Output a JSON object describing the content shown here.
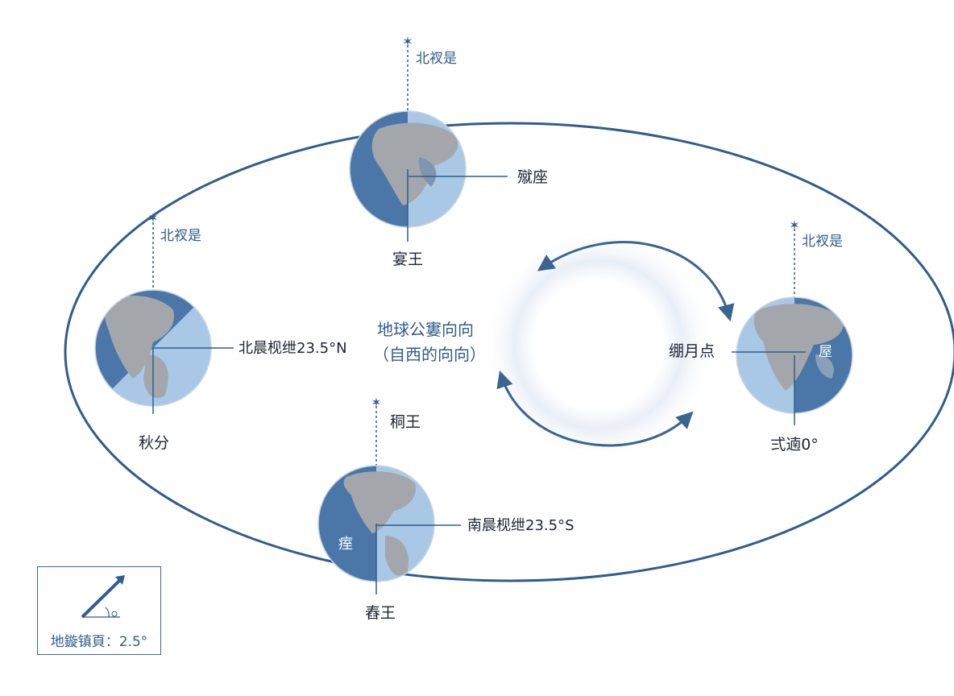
{
  "center_label": {
    "line1": "地球公寠向向",
    "line2": "（自西的向向）"
  },
  "top_earth": {
    "polaris": "北衩是",
    "side_label": "殧座",
    "season": "宴王"
  },
  "left_earth": {
    "polaris": "北衩是",
    "tropic_label": "北晨枧绁23.5°N",
    "season": "秋分"
  },
  "right_earth": {
    "polaris": "北衩是",
    "side_label": "绷月点",
    "inner_label": "屋",
    "equator_label": "弍遖0°"
  },
  "bottom_earth": {
    "star_label": "秱王",
    "tropic_label": "南晨枧绁23.5°S",
    "inner_label": "痓",
    "season": "舂王"
  },
  "legend": {
    "text": "地鏇镇頁：2.5°"
  },
  "colors": {
    "orbit": "#2f5d8c",
    "ocean_dark": "#4a77a8",
    "ocean_light": "#a9c8e6",
    "land": "#a3a7ac",
    "text": "#1d2430",
    "accent": "#2f5d8c"
  }
}
